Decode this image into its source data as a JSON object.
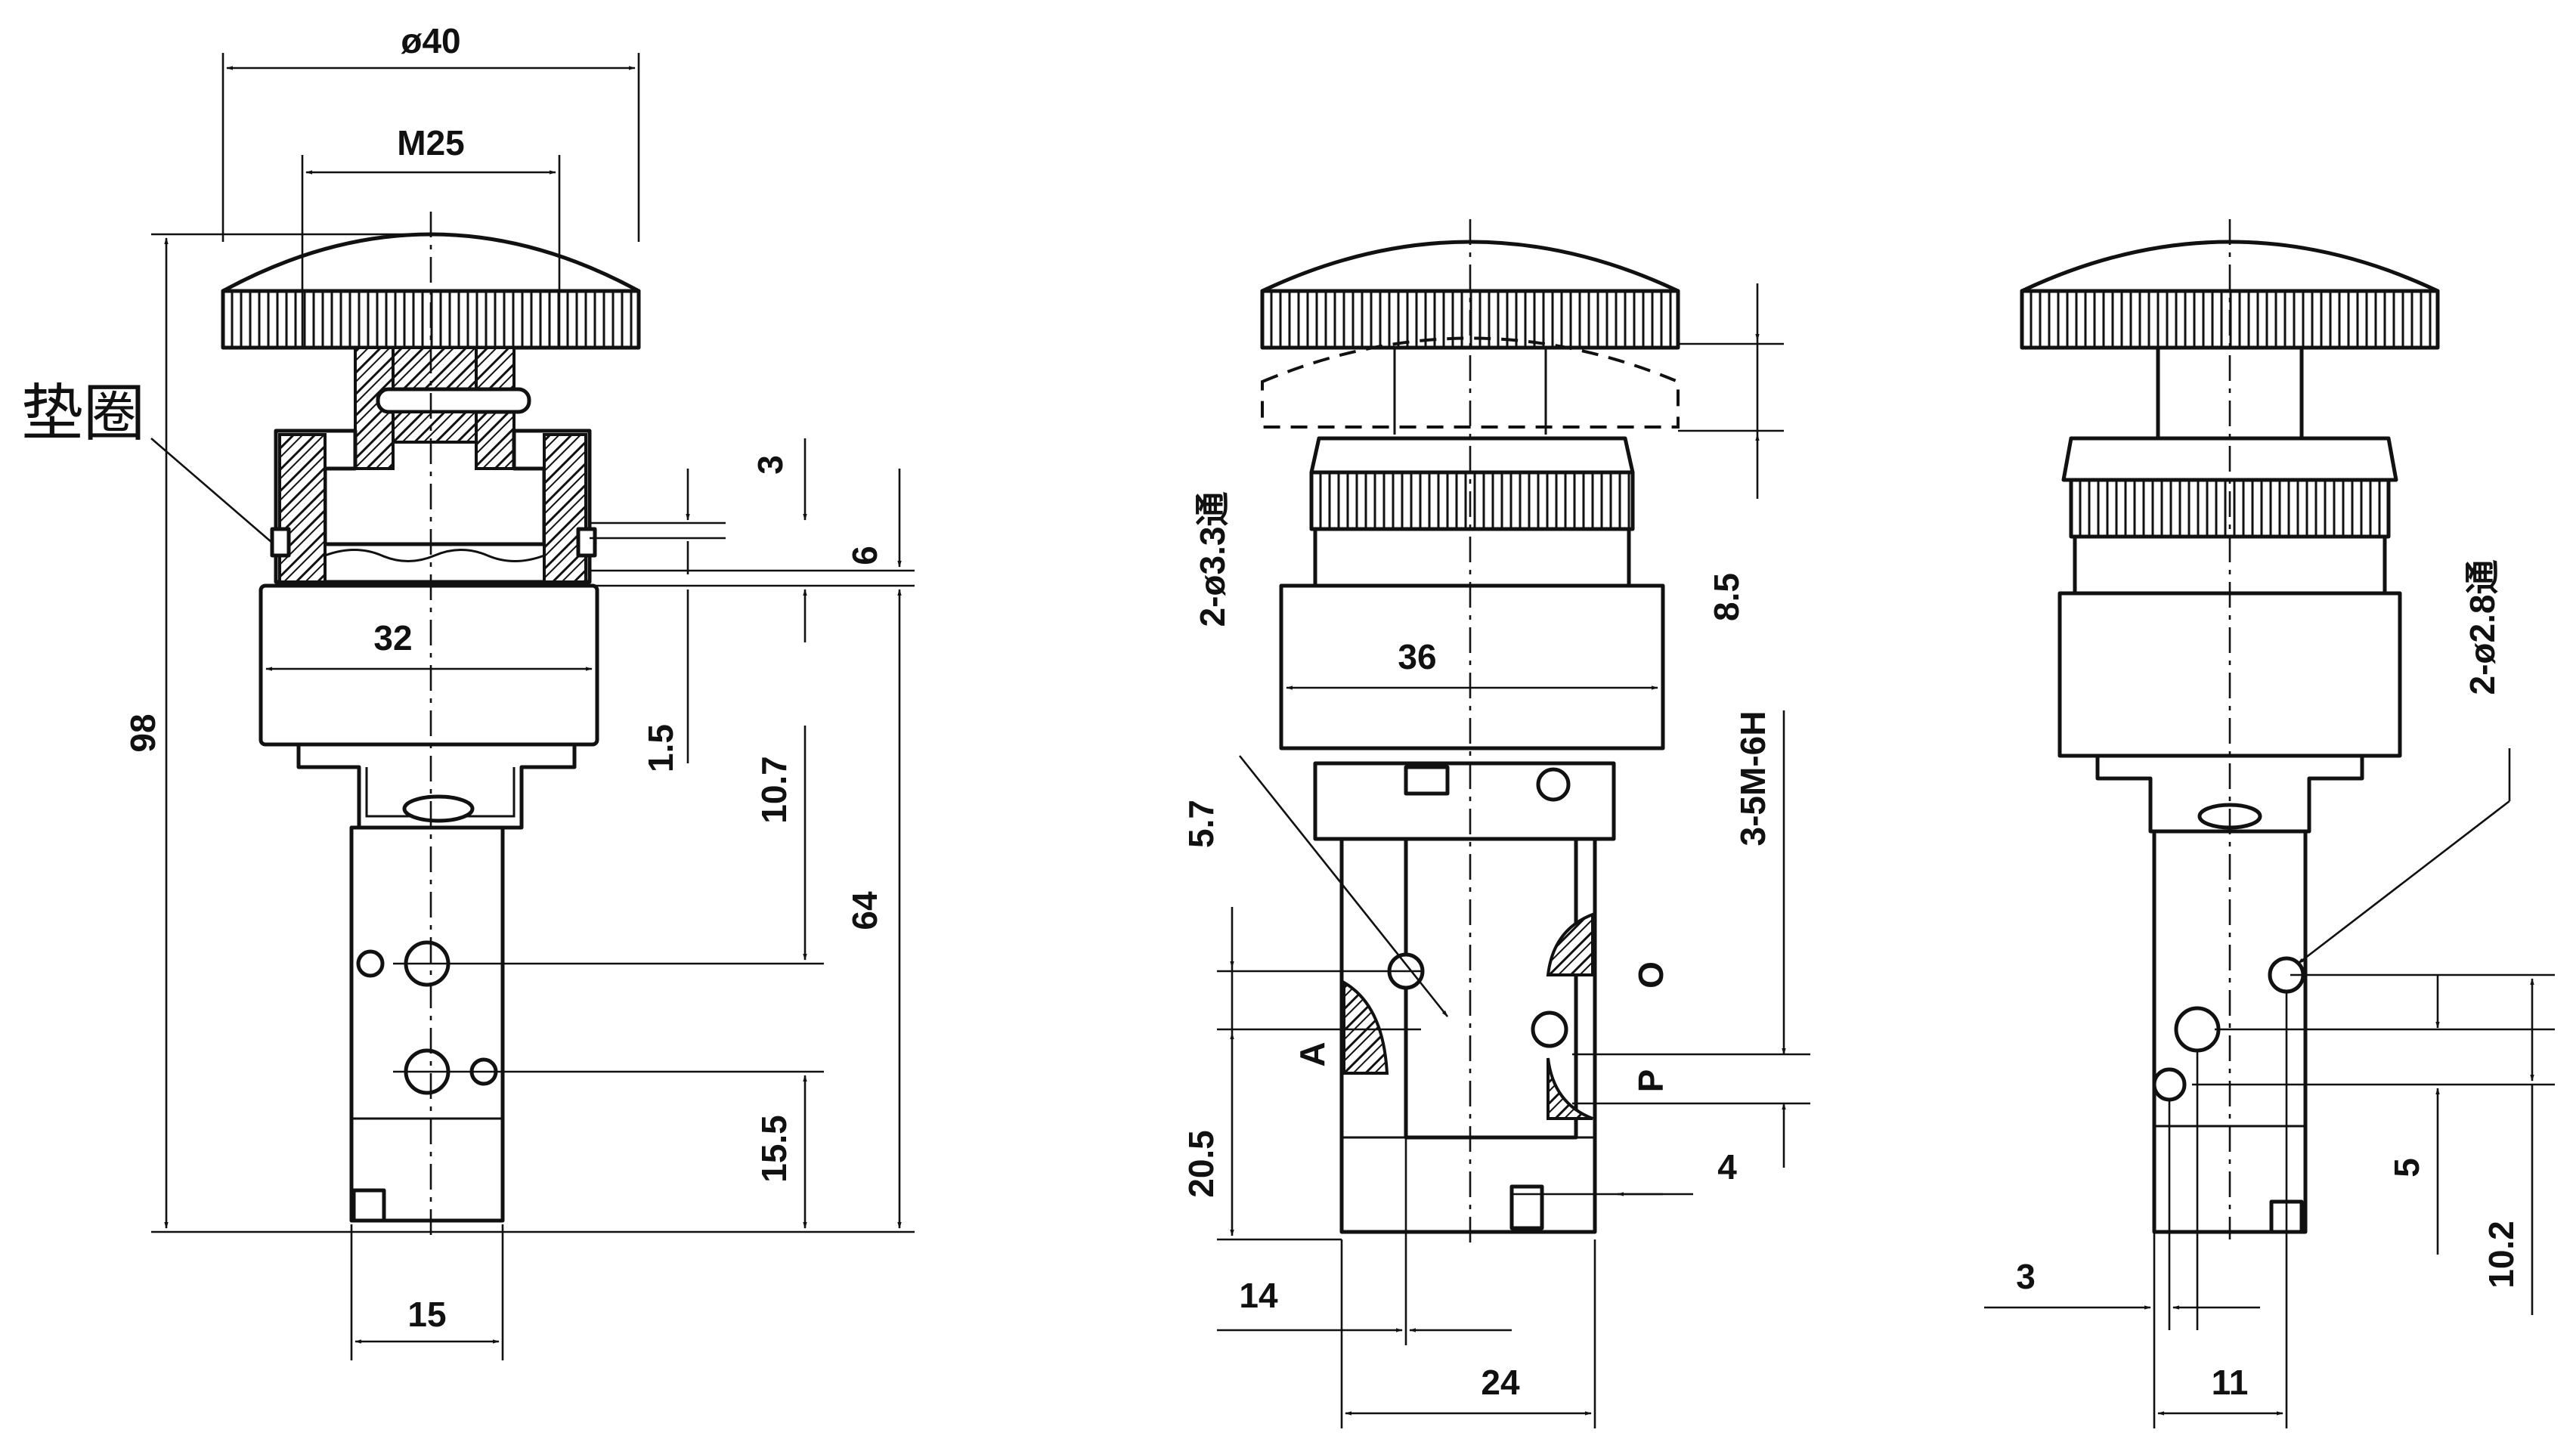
{
  "front_view": {
    "dims": {
      "d40": "ø40",
      "m25": "M25",
      "d32": "32",
      "d98": "98",
      "d3": "3",
      "d6": "6",
      "d1_5": "1.5",
      "d10_7": "10.7",
      "d64": "64",
      "d15_5": "15.5",
      "d15": "15"
    },
    "gasket_label": "垫圈"
  },
  "side_view": {
    "dims": {
      "d8_5": "8.5",
      "d36": "36",
      "thread": "3-5M-6H",
      "holes": "2-ø3.3通",
      "d5_7": "5.7",
      "d20_5": "20.5",
      "d14": "14",
      "d24": "24",
      "d4": "4"
    },
    "ports": {
      "a": "A",
      "o": "O",
      "p": "P"
    }
  },
  "rear_view": {
    "dims": {
      "holes": "2-ø2.8通",
      "d5": "5",
      "d10_2": "10.2",
      "d3": "3",
      "d11": "11"
    }
  }
}
